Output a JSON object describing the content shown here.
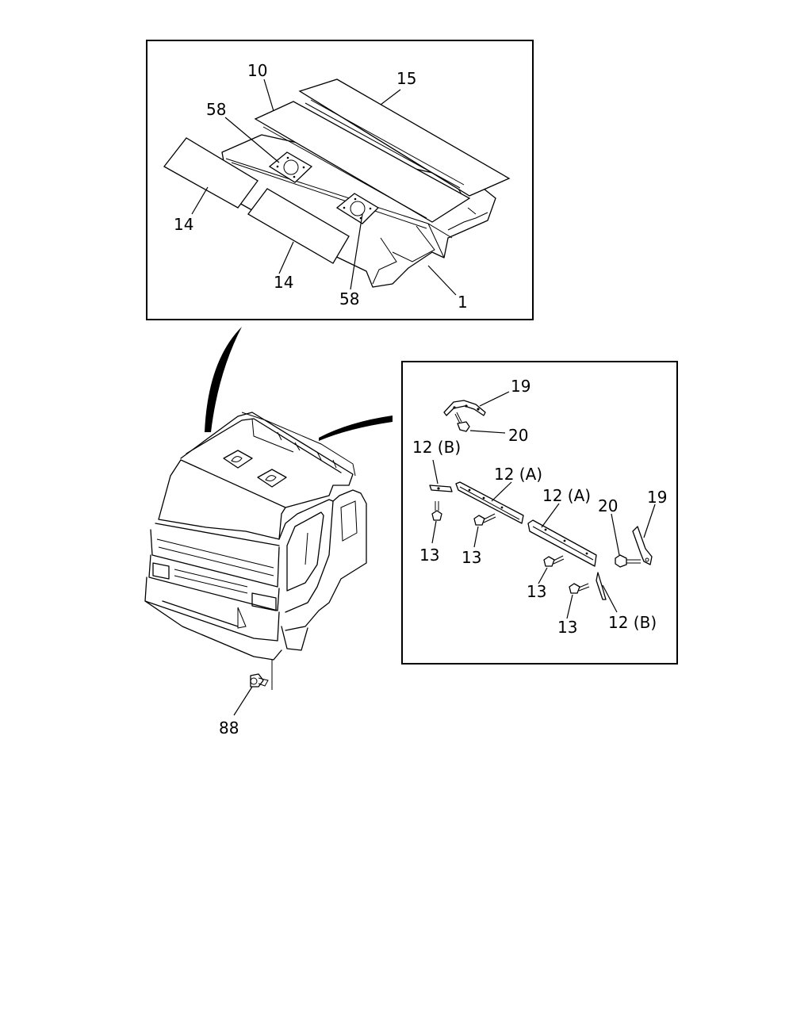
{
  "callouts": {
    "part_10": "10",
    "part_15": "15",
    "part_58_top": "58",
    "part_58_bottom": "58",
    "part_14_left": "14",
    "part_14_center": "14",
    "part_1": "1",
    "part_19_top": "19",
    "part_20_top": "20",
    "part_12b_left": "12 (B)",
    "part_12a_left": "12 (A)",
    "part_12a_right": "12 (A)",
    "part_20_right": "20",
    "part_19_right": "19",
    "part_13_a": "13",
    "part_13_b": "13",
    "part_13_c": "13",
    "part_13_d": "13",
    "part_12b_right": "12 (B)",
    "part_88": "88"
  }
}
